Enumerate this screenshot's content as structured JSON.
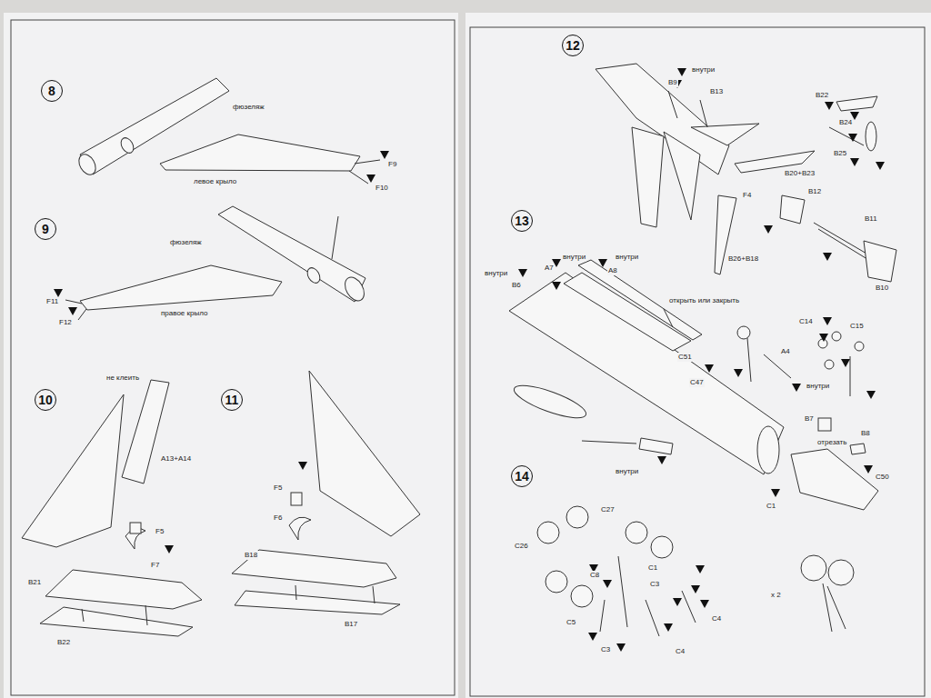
{
  "diagram": {
    "nodes": [
      {
        "text": [
          "8"
        ]
      },
      {
        "text": [
          "9"
        ]
      },
      {
        "text": [
          "10"
        ]
      },
      {
        "text": [
          "11"
        ]
      },
      {
        "text": [
          "12"
        ]
      },
      {
        "text": [
          "13"
        ]
      },
      {
        "text": [
          "14"
        ]
      }
    ],
    "labels": [
      "фюзеляж",
      "левое крыло",
      "F9",
      "F10",
      "фюзеляж",
      "правое крыло",
      "F11",
      "F12",
      "не клеить",
      "A13+A14",
      "F5",
      "F7",
      "B21",
      "B22",
      "F5",
      "F6",
      "B18",
      "B17",
      "внутри",
      "B9",
      "B13",
      "B22",
      "B24",
      "B25",
      "B20+B23",
      "F4",
      "B12",
      "B11",
      "B26+B18",
      "B10",
      "внутри",
      "B6",
      "A7",
      "внутри",
      "внутри",
      "A8",
      "открыть или закрыть",
      "C51",
      "C47",
      "A4",
      "C14",
      "C15",
      "внутри",
      "B7",
      "отрезать",
      "B8",
      "C50",
      "C1",
      "внутри",
      "C27",
      "C26",
      "C8",
      "C1",
      "C3",
      "C5",
      "C3",
      "C4",
      "C4",
      "x 2"
    ]
  }
}
